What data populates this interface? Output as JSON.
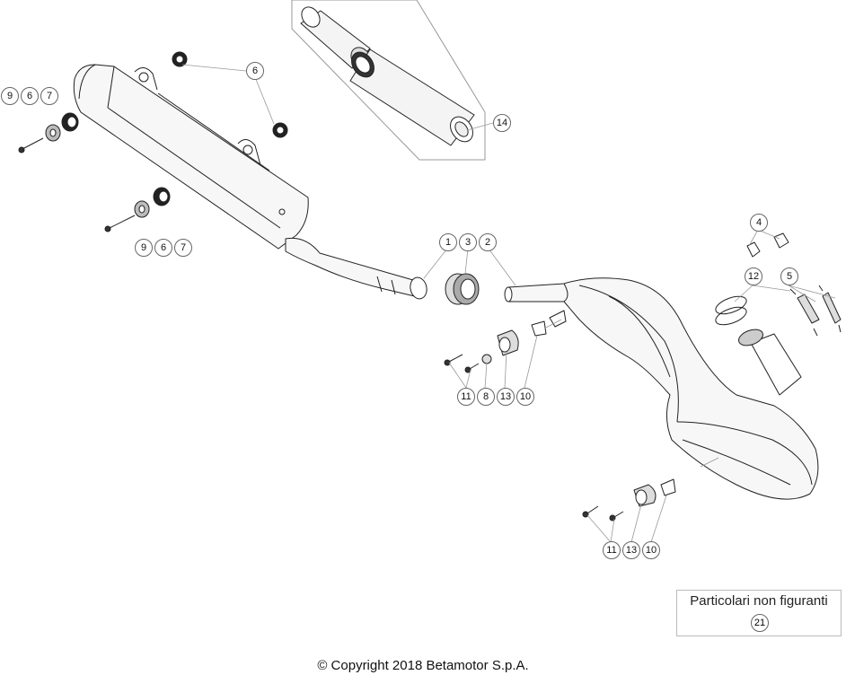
{
  "callouts": {
    "c1": "1",
    "c2": "2",
    "c3": "3",
    "c4": "4",
    "c5": "5",
    "c6_top": "6",
    "c6_left": "6",
    "c6_mid": "6",
    "c7_left": "7",
    "c7_mid": "7",
    "c8": "8",
    "c9_left": "9",
    "c9_mid": "9",
    "c10_mid": "10",
    "c10_low": "10",
    "c11_mid": "11",
    "c11_low": "11",
    "c12": "12",
    "c13_mid": "13",
    "c13_low": "13",
    "c14": "14"
  },
  "legend": {
    "title": "Particolari non figuranti",
    "number": "21"
  },
  "footer": {
    "copyright": "© Copyright 2018 Betamotor S.p.A."
  }
}
